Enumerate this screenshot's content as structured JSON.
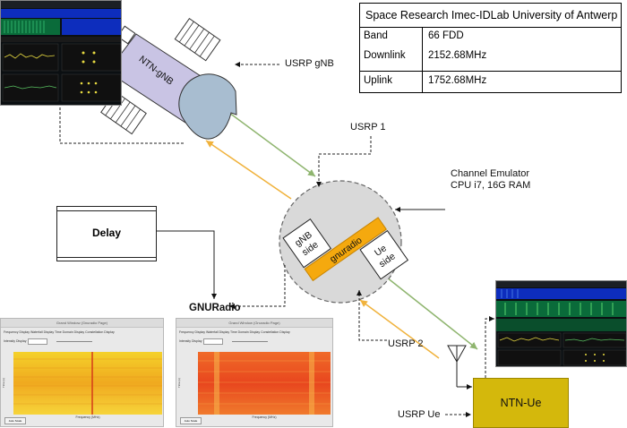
{
  "info_table": {
    "title": "Space Research Imec-IDLab University of Antwerp",
    "rows": [
      {
        "label": "Band",
        "value": "66 FDD"
      },
      {
        "label": "Downlink",
        "value": "2152.68MHz"
      },
      {
        "label": "Uplink",
        "value": "1752.68MHz"
      }
    ]
  },
  "labels": {
    "ntn_gnb": "NTN-gNB",
    "usrp_gnb": "USRP gNB",
    "usrp_1": "USRP 1",
    "channel_emulator_line1": "Channel Emulator",
    "channel_emulator_line2": "CPU i7, 16G RAM",
    "delay": "Delay",
    "gnuradio": "GNURadio",
    "gnb_side_line1": "gNB",
    "gnb_side_line2": "side",
    "gnuradio_bar": "gnuradio",
    "ue_side_line1": "Ue",
    "ue_side_line2": "side",
    "usrp_2": "USRP 2",
    "usrp_ue": "USRP Ue",
    "ntn_ue": "NTN-Ue"
  },
  "gr_window_left": {
    "title": "Grand Window (Gnuradio Page)",
    "tabs": "Frequency Display   Waterfall Display   Time Domain Display   Constellation Display",
    "control_label": "Intensity Display",
    "x_label": "Frequency (MHz)",
    "y_label": "Time (s)",
    "button": "Auto Scale"
  },
  "gr_window_right": {
    "title": "Grand Window (Gnuradio Page)",
    "tabs": "Frequency Display   Waterfall Display   Time Domain Display   Constellation Display",
    "control_label": "Intensity Display",
    "x_label": "Frequency (MHz)",
    "y_label": "Time (s)",
    "button": "Auto Scale"
  },
  "colors": {
    "downlink_arrow": "#8fb56f",
    "uplink_arrow": "#f0b23c",
    "satellite_body": "#c9c4e4",
    "satellite_dish": "#a8bdd0",
    "emulator_circle": "#d9d9d9",
    "gnuradio_bar": "#f5a90e",
    "ntn_ue_box": "#d4b80c"
  },
  "icons": {
    "antenna": "antenna-icon",
    "satellite": "satellite-icon"
  }
}
